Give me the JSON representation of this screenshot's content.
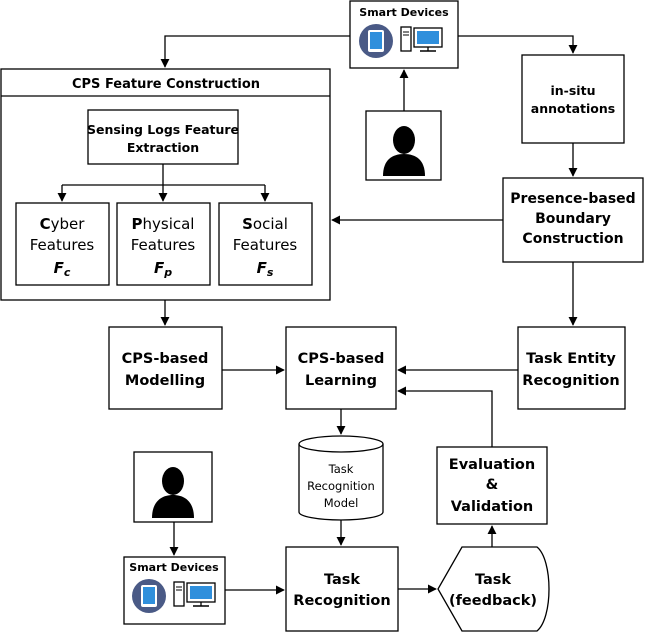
{
  "smart_devices_top": {
    "label": "Smart Devices"
  },
  "cps_feature_construction": {
    "title": "CPS Feature Construction",
    "sensing_logs": {
      "line1": "Sensing Logs Feature",
      "line2": "Extraction"
    },
    "cyber": {
      "initial": "C",
      "rest": "yber",
      "line2": "Features",
      "symbol": "F",
      "subscript": "c"
    },
    "physical": {
      "initial": "P",
      "rest": "hysical",
      "line2": "Features",
      "symbol": "F",
      "subscript": "p"
    },
    "social": {
      "initial": "S",
      "rest": "ocial",
      "line2": "Features",
      "symbol": "F",
      "subscript": "s"
    }
  },
  "in_situ": {
    "line1": "in-situ",
    "line2": "annotations"
  },
  "presence_boundary": {
    "line1": "Presence-based",
    "line2": "Boundary",
    "line3": "Construction"
  },
  "cps_modelling": {
    "line1": "CPS-based",
    "line2": "Modelling"
  },
  "cps_learning": {
    "line1": "CPS-based",
    "line2": "Learning"
  },
  "task_entity": {
    "line1": "Task Entity",
    "line2": "Recognition"
  },
  "task_model": {
    "line1": "Task",
    "line2": "Recognition",
    "line3": "Model"
  },
  "evaluation": {
    "line1": "Evaluation",
    "line2": "&",
    "line3": "Validation"
  },
  "smart_devices_bottom": {
    "label": "Smart Devices"
  },
  "task_recognition": {
    "line1": "Task",
    "line2": "Recognition"
  },
  "task_feedback": {
    "line1": "Task",
    "line2": "(feedback)"
  },
  "colors": {
    "device_circle": "#4a5a86",
    "device_screen": "#2f8fdc",
    "line": "#000000"
  }
}
